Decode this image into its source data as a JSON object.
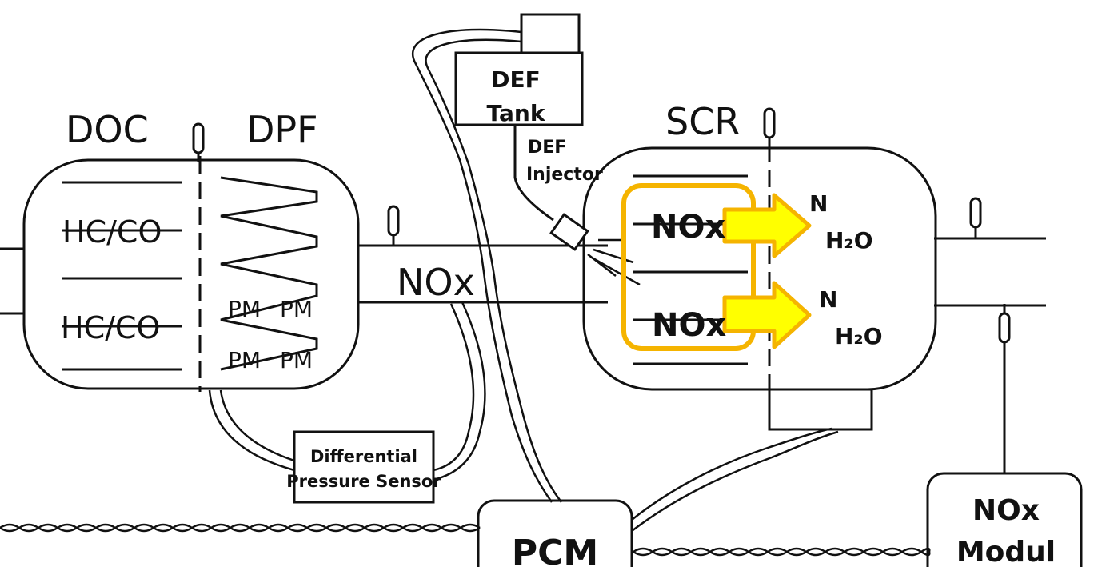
{
  "labels": {
    "doc": "DOC",
    "dpf": "DPF",
    "scr": "SCR",
    "hcco_1": "HC/CO",
    "hcco_2": "HC/CO",
    "pm_1": "PM",
    "pm_2": "PM",
    "pm_3": "PM",
    "pm_4": "PM",
    "nox_pipe": "NOx",
    "def_tank_1": "DEF",
    "def_tank_2": "Tank",
    "def_injector_1": "DEF",
    "def_injector_2": "Injector",
    "nox_scr_1": "NOx",
    "nox_scr_2": "NOx",
    "n_1": "N",
    "n_2": "N",
    "h2o_1": "H₂O",
    "h2o_2": "H₂O",
    "dps_1": "Differential",
    "dps_2": "Pressure Sensor",
    "pcm": "PCM",
    "nox_module_1": "NOx",
    "nox_module_2": "Modul"
  },
  "colors": {
    "line": "#111111",
    "arrow_fill": "#ffff00",
    "arrow_stroke": "#f5b400",
    "highlight_stroke": "#f5b400"
  }
}
